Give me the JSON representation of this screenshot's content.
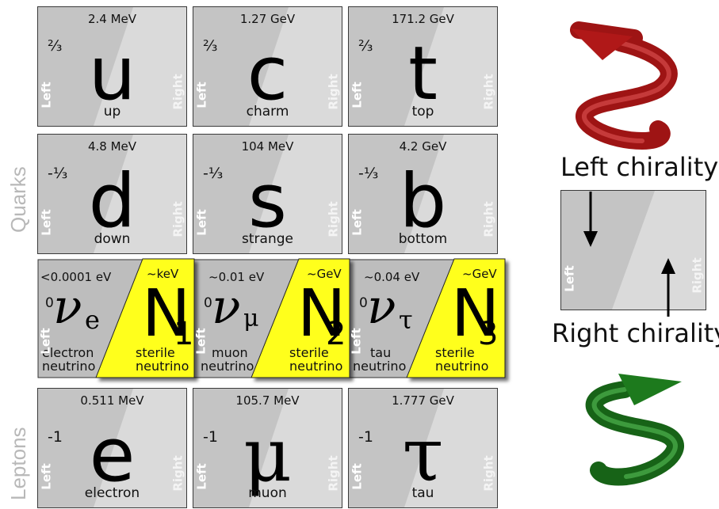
{
  "groups": {
    "quarks": "Quarks",
    "leptons": "Leptons"
  },
  "side_labels": {
    "left": "Left",
    "right": "Right"
  },
  "quarks": [
    {
      "mass": "2.4 MeV",
      "charge": "⅔",
      "symbol": "u",
      "name": "up"
    },
    {
      "mass": "1.27 GeV",
      "charge": "⅔",
      "symbol": "c",
      "name": "charm"
    },
    {
      "mass": "171.2 GeV",
      "charge": "⅔",
      "symbol": "t",
      "name": "top"
    },
    {
      "mass": "4.8 MeV",
      "charge": "-⅓",
      "symbol": "d",
      "name": "down"
    },
    {
      "mass": "104 MeV",
      "charge": "-⅓",
      "symbol": "s",
      "name": "strange"
    },
    {
      "mass": "4.2 GeV",
      "charge": "-⅓",
      "symbol": "b",
      "name": "bottom"
    }
  ],
  "neutrinos": [
    {
      "mass": "<0.0001 eV",
      "charge": "0",
      "symbol": "ν",
      "sub": "e",
      "name_line1": "electron",
      "name_line2": "neutrino"
    },
    {
      "mass": "~0.01 eV",
      "charge": "0",
      "symbol": "ν",
      "sub": "μ",
      "name_line1": "muon",
      "name_line2": "neutrino"
    },
    {
      "mass": "~0.04 eV",
      "charge": "0",
      "symbol": "ν",
      "sub": "τ",
      "name_line1": "tau",
      "name_line2": "neutrino"
    }
  ],
  "steriles": [
    {
      "mass": "~keV",
      "symbol": "N",
      "sub": "1",
      "name_line1": "sterile",
      "name_line2": "neutrino"
    },
    {
      "mass": "~GeV",
      "symbol": "N",
      "sub": "2",
      "name_line1": "sterile",
      "name_line2": "neutrino"
    },
    {
      "mass": "~GeV",
      "symbol": "N",
      "sub": "3",
      "name_line1": "sterile",
      "name_line2": "neutrino"
    }
  ],
  "leptons": [
    {
      "mass": "0.511 MeV",
      "charge": "-1",
      "symbol": "e",
      "name": "electron"
    },
    {
      "mass": "105.7 MeV",
      "charge": "-1",
      "symbol": "μ",
      "name": "muon"
    },
    {
      "mass": "1.777 GeV",
      "charge": "-1",
      "symbol": "τ",
      "name": "tau"
    }
  ],
  "chirality": {
    "left_label": "Left chirality",
    "right_label": "Right chirality"
  },
  "colors": {
    "cell_dark": "#c6c6c6",
    "cell_light": "#dcdcdc",
    "sterile": "#ffff1e",
    "red_helix": "#b01818",
    "green_helix": "#1d7a1d"
  }
}
